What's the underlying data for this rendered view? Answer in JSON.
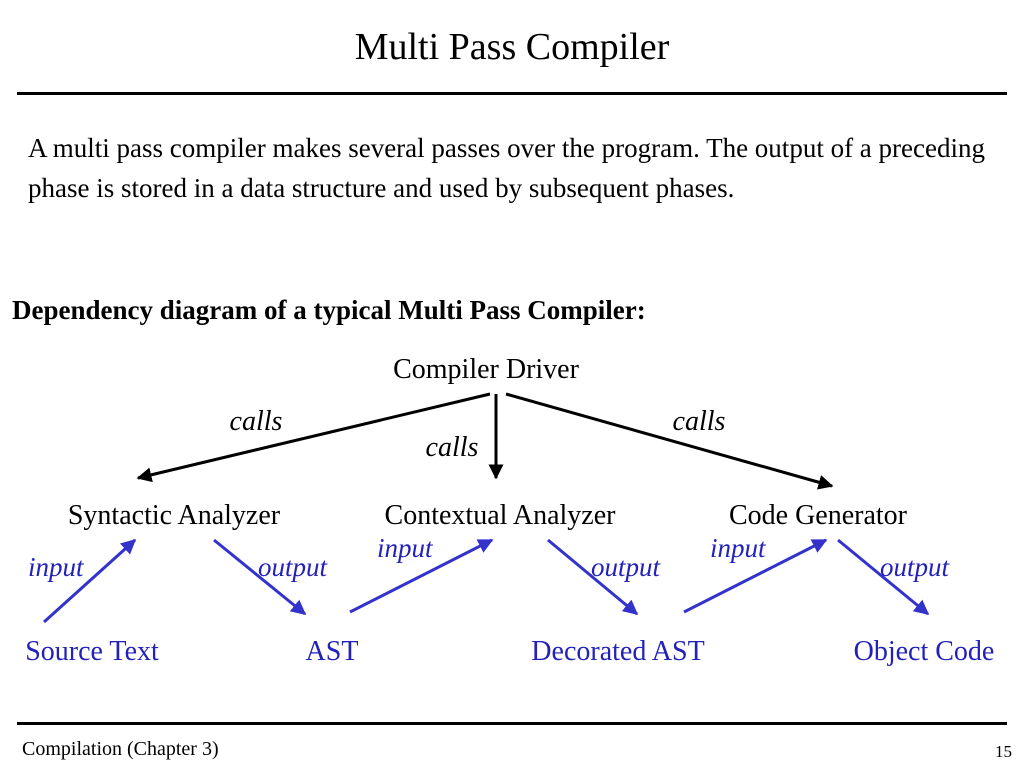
{
  "slide": {
    "title": "Multi Pass Compiler",
    "body": "A multi pass compiler makes several passes over the program. The output of a preceding phase is stored in a data structure and used by subsequent phases.",
    "diagram_heading": "Dependency diagram of a typical Multi Pass Compiler:"
  },
  "diagram": {
    "driver": "Compiler Driver",
    "calls_label": "calls",
    "phases": [
      "Syntactic Analyzer",
      "Contextual Analyzer",
      "Code Generator"
    ],
    "data": [
      "Source Text",
      "AST",
      "Decorated AST",
      "Object Code"
    ],
    "input_label": "input",
    "output_label": "output",
    "data_color": "#2222bb",
    "arrow_color": "#3333cc"
  },
  "footer": {
    "left": "Compilation (Chapter 3)",
    "page_number": "15"
  }
}
